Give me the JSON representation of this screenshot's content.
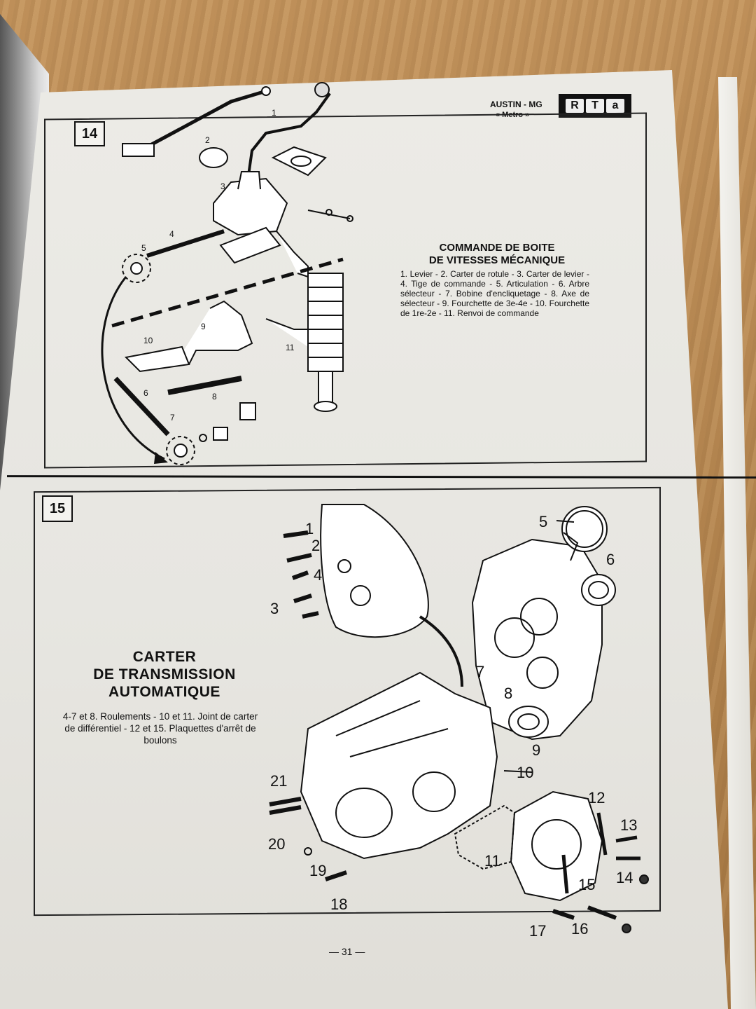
{
  "header": {
    "brand": "AUSTIN - MG",
    "model": "« Metro »",
    "logo_letters": [
      "R",
      "T",
      "a"
    ]
  },
  "figure_14": {
    "number": "14",
    "title_line1": "COMMANDE DE BOITE",
    "title_line2": "DE VITESSES MÉCANIQUE",
    "caption": "1. Levier - 2. Carter de rotule - 3. Carter de levier - 4. Tige de commande - 5. Articulation - 6. Arbre sélecteur - 7. Bobine d'encliquetage - 8. Axe de sélecteur - 9. Fourchette de 3e-4e - 10. Fourchette de 1re-2e - 11. Renvoi de commande",
    "callouts": [
      "1",
      "2",
      "3",
      "4",
      "5",
      "6",
      "7",
      "8",
      "9",
      "10",
      "11"
    ]
  },
  "figure_15": {
    "number": "15",
    "title_line1": "CARTER",
    "title_line2": "DE TRANSMISSION",
    "title_line3": "AUTOMATIQUE",
    "caption": "4-7 et 8. Roulements - 10 et 11. Joint de carter de différentiel - 12 et 15. Plaquettes d'arrêt de boulons",
    "callouts": [
      "1",
      "2",
      "3",
      "4",
      "5",
      "6",
      "7",
      "8",
      "9",
      "10",
      "11",
      "12",
      "13",
      "14",
      "15",
      "16",
      "17",
      "18",
      "19",
      "20",
      "21"
    ]
  },
  "footer": {
    "page_number": "— 31 —"
  }
}
